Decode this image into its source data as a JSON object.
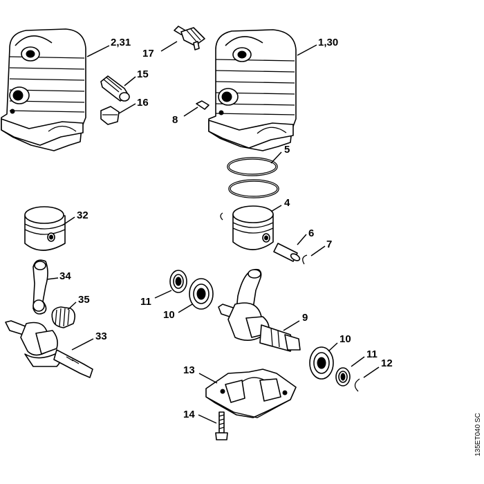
{
  "diagram": {
    "drawing_code": "135ET040 SC",
    "callouts": {
      "c_2_31": "2,31",
      "c_1_30": "1,30",
      "c_17": "17",
      "c_15": "15",
      "c_16": "16",
      "c_8": "8",
      "c_5": "5",
      "c_4": "4",
      "c_6": "6",
      "c_7": "7",
      "c_32": "32",
      "c_34": "34",
      "c_35": "35",
      "c_33": "33",
      "c_11a": "11",
      "c_10a": "10",
      "c_9": "9",
      "c_10b": "10",
      "c_11b": "11",
      "c_12": "12",
      "c_13": "13",
      "c_14": "14"
    }
  }
}
